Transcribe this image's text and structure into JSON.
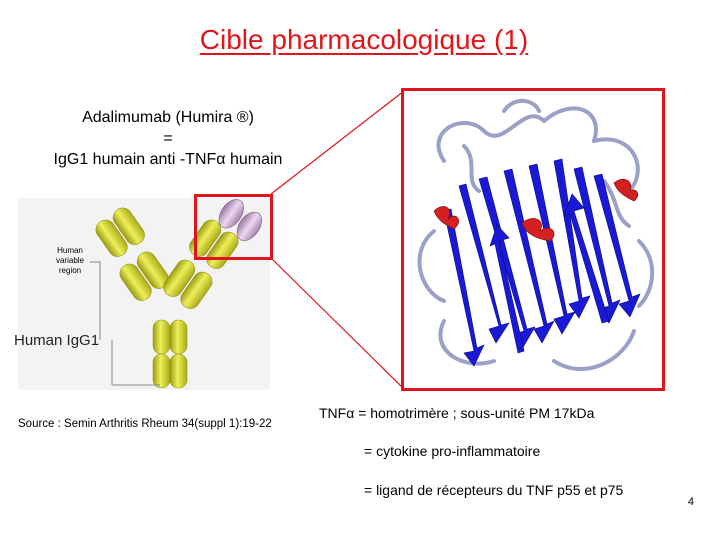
{
  "slide": {
    "title": "Cible pharmacologique (1)",
    "page_number": "4"
  },
  "drug": {
    "line1": "Adalimumab (Humira ®)",
    "line2": "=",
    "line3": "IgG1 humain anti -TNFα humain"
  },
  "antibody_figure": {
    "variable_region_label": [
      "Human",
      "variable",
      "region"
    ],
    "igg_label": "Human IgG1"
  },
  "source": "Source : Semin Arthritis Rheum 34(suppl 1):19-22",
  "tnf": {
    "line1": "TNFα = homotrimère ; sous-unité PM 17kDa",
    "line2": "= cytokine pro-inflammatoire",
    "line3": "= ligand de récepteurs du TNF p55 et p75"
  },
  "colors": {
    "title": "#e4141b",
    "frame": "#e0141c",
    "antibody": "#d8dc2c",
    "variable_tip": "#c9a6cf",
    "beta_sheet": "#1a1ad6",
    "helix": "#d42020"
  }
}
